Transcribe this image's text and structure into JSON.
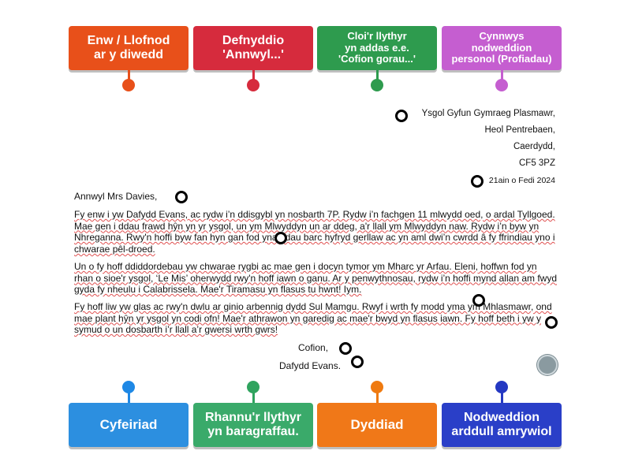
{
  "labels_top": [
    {
      "text": "Enw / Llofnod\nar y diwedd",
      "color": "#e8501a",
      "pin": "#e8501a",
      "size": "16px"
    },
    {
      "text": "Defnyddio\n'Annwyl...'",
      "color": "#d62b3d",
      "pin": "#d62b3d",
      "size": "16px"
    },
    {
      "text": "Cloi'r llythyr\nyn addas e.e.\n'Cofion gorau...'",
      "color": "#2e9b4e",
      "pin": "#2e9b4e",
      "size": "13px"
    },
    {
      "text": "Cynnwys\nnodweddion\npersonol (Profiadau)",
      "color": "#c55ed0",
      "pin": "#c55ed0",
      "size": "13px"
    }
  ],
  "labels_bottom": [
    {
      "text": "Cyfeiriad",
      "color": "#2c8fe0",
      "pin": "#1e88e5",
      "size": "17px"
    },
    {
      "text": "Rhannu'r llythyr\nyn baragraffau.",
      "color": "#3aaa6a",
      "pin": "#2fa35e",
      "size": "16px"
    },
    {
      "text": "Dyddiad",
      "color": "#f07818",
      "pin": "#ef7a10",
      "size": "17px"
    },
    {
      "text": "Nodweddion\narddull amrywiol",
      "color": "#2a3fc8",
      "pin": "#2438c2",
      "size": "16px"
    }
  ],
  "letter": {
    "address": [
      "Ysgol Gyfun Gymraeg Plasmawr,",
      "Heol Pentrebaen,",
      "Caerdydd,",
      "CF5 3PZ"
    ],
    "date": "21ain o Fedi 2024",
    "greeting": "Annwyl Mrs Davies,",
    "paragraphs": [
      "Fy enw i yw Dafydd Evans, ac rydw i’n ddisgybl yn nosbarth 7P. Rydw i’n fachgen 11 mlwydd oed, o ardal Tyllgoed. Mae gen i ddau frawd hŷn yn yr ysgol, un ym Mlwyddyn un ar ddeg, a'r llall ym Mlwyddyn naw. Rydw i’n byw yn Nhreganna. Rwy'n hoffi byw fan hyn gan fod yna ddau barc hyfryd gerllaw ac yn aml dwi’n cwrdd â fy ffrindiau yno i chwarae pêl-droed.",
      "Un o fy hoff ddiddordebau yw chwarae rygbi ac mae gen i docyn tymor ym Mharc yr Arfau. Eleni, hoffwn fod yn rhan o sioe'r ysgol, ‘Le Mis’  oherwydd rwy'n hoff iawn o ganu. Ar y penwythnosau, rydw i’n hoffi mynd allan am fwyd gyda fy nheulu i Calabrissela. Mae'r Tiramasu yn flasus tu hwnt! Iym.",
      "Fy hoff liw yw glas ac rwy'n dwlu ar ginio arbennig dydd Sul Mamgu. Rwyf i wrth fy modd yma ym Mhlasmawr, ond mae plant hŷn yr ysgol yn codi ofn! Mae'r athrawon yn garedig ac mae'r bwyd yn flasus iawn. Fy hoff beth i yw y symud o un dosbarth i’r llall a’r gwersi  wrth gwrs!"
    ],
    "closing": "Cofion,",
    "signature": "Dafydd Evans."
  }
}
